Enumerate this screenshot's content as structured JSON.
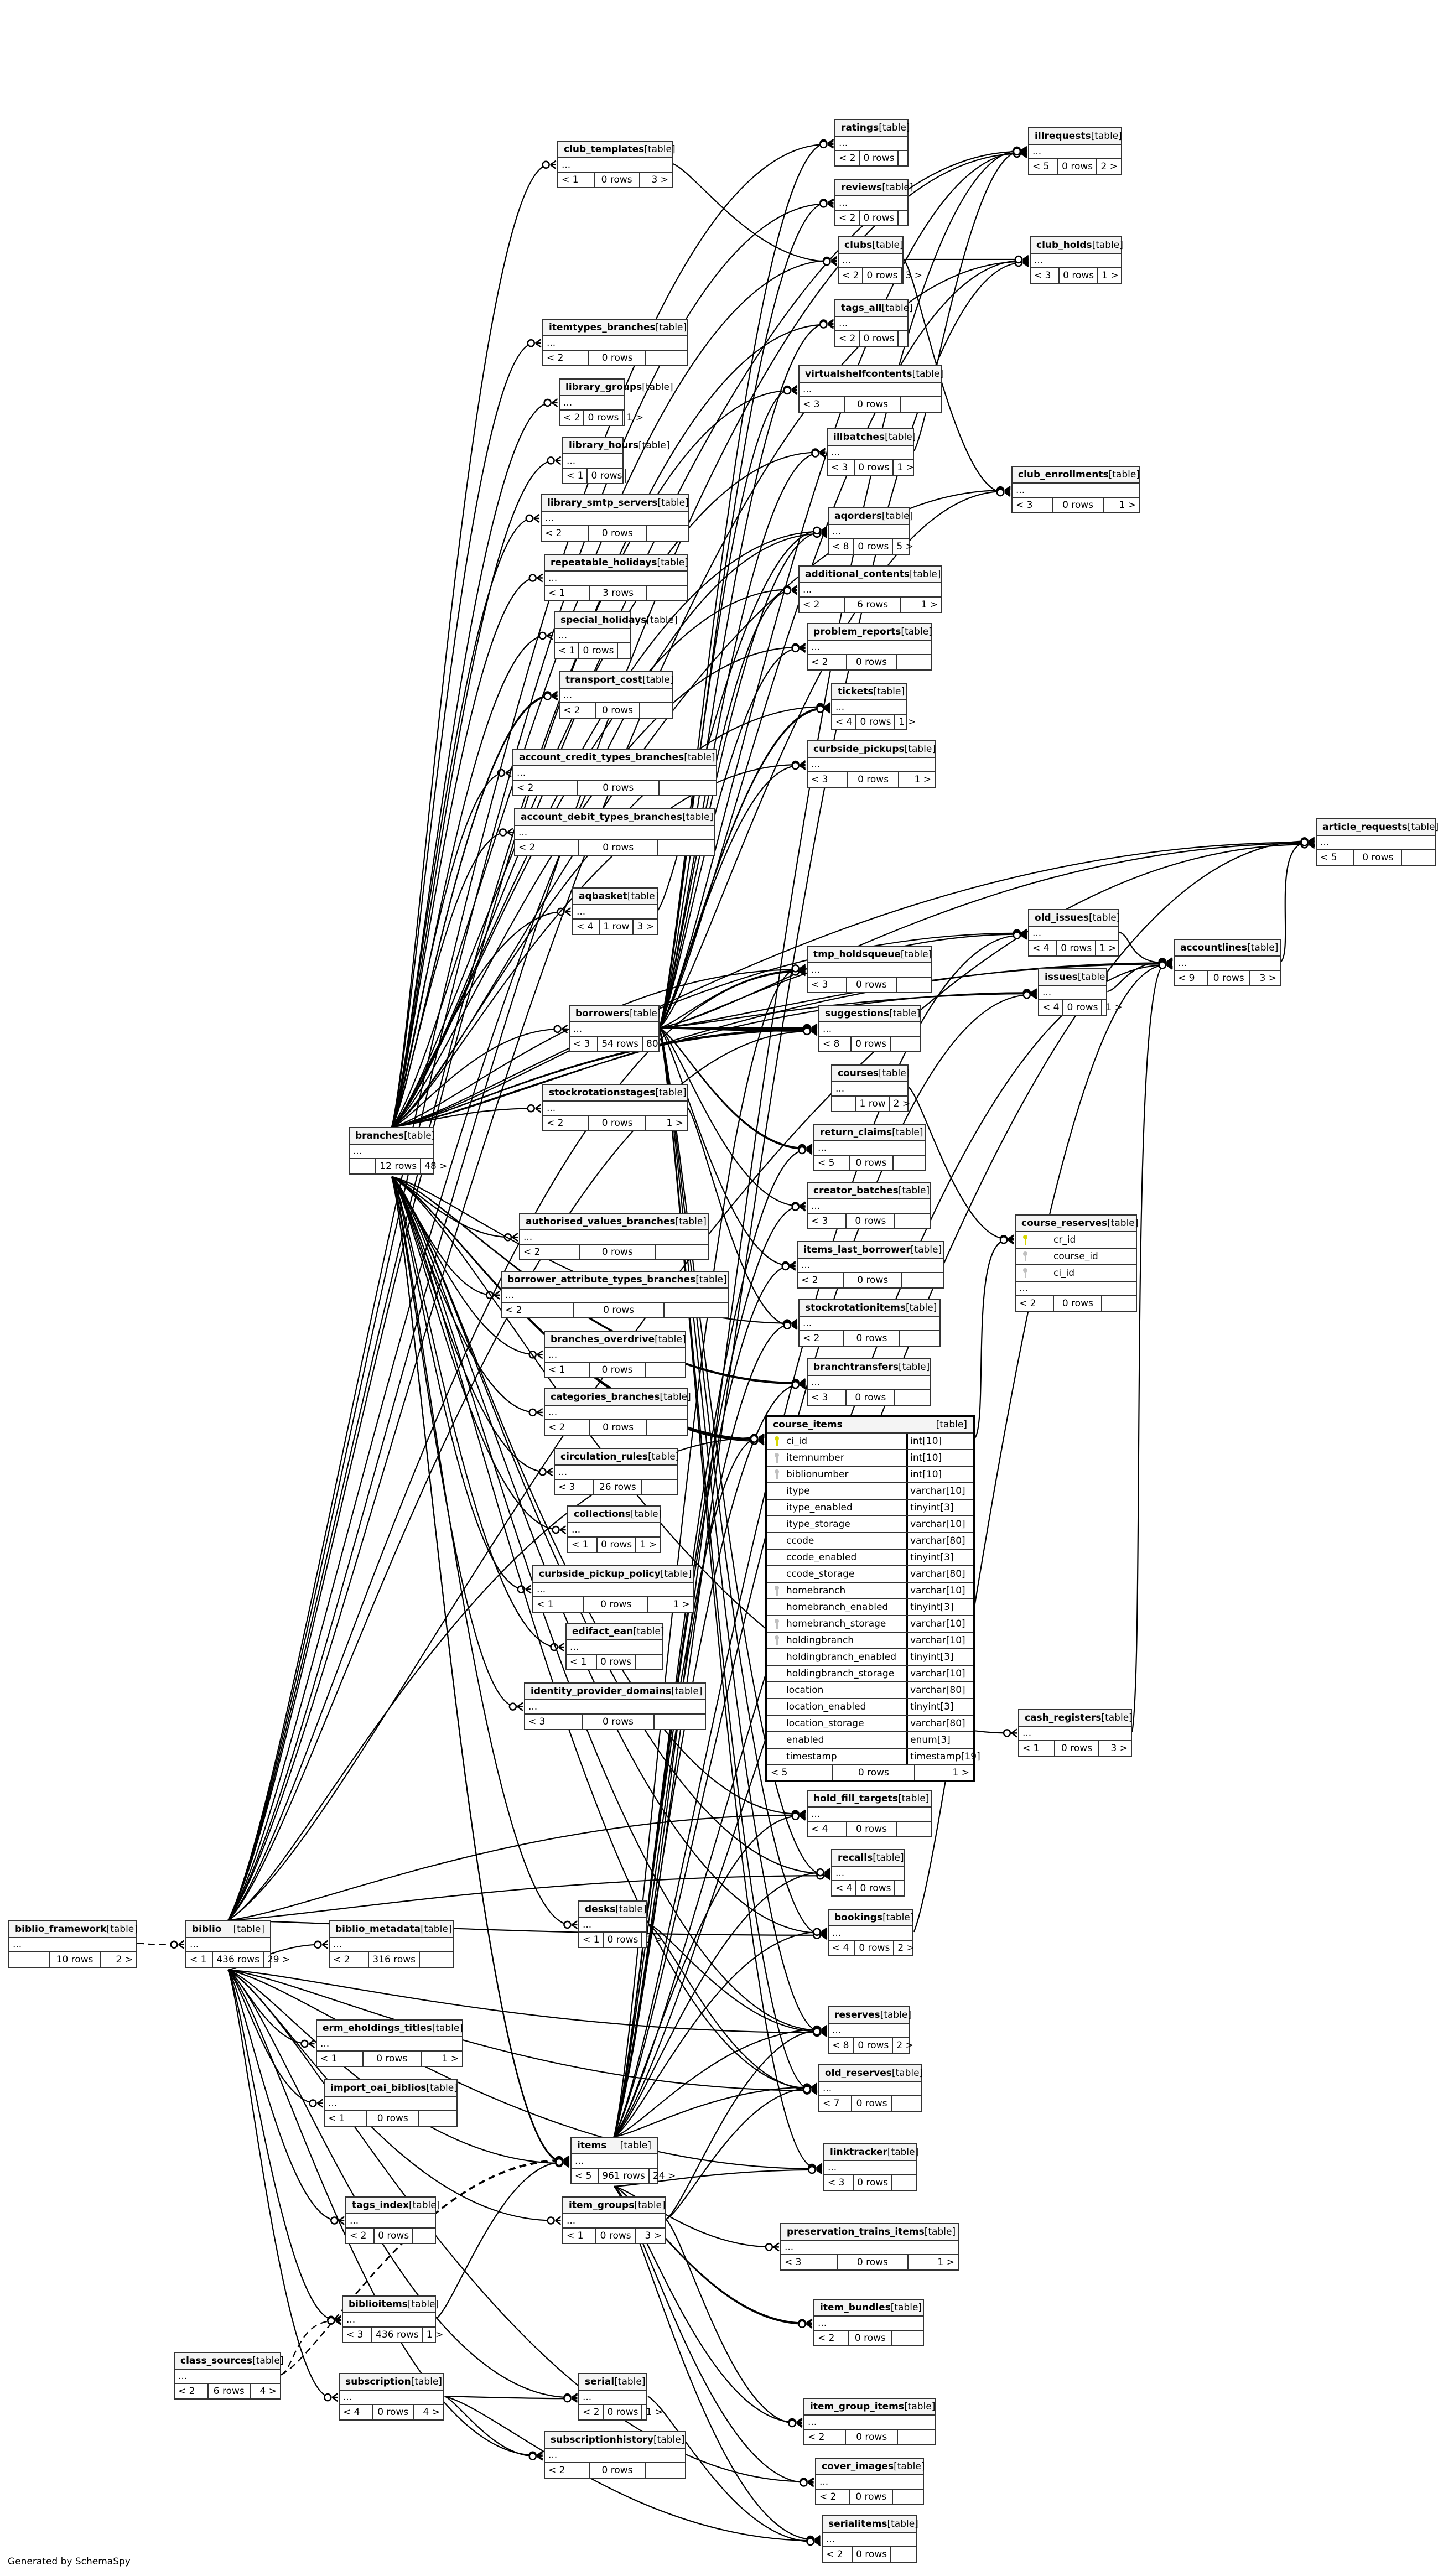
{
  "table_tag": "[table]",
  "ellipsis": "...",
  "generated_by": "Generated by SchemaSpy",
  "colors": {
    "pk_key": "#d8d800",
    "fk_key": "#c0c0c0",
    "header_bg": "#f4f4f4"
  },
  "tables": [
    {
      "name": "club_templates",
      "left": "< 1",
      "rows": "0 rows",
      "right": "3 >"
    },
    {
      "name": "ratings",
      "left": "< 2",
      "rows": "0 rows",
      "right": ""
    },
    {
      "name": "reviews",
      "left": "< 2",
      "rows": "0 rows",
      "right": ""
    },
    {
      "name": "clubs",
      "left": "< 2",
      "rows": "0 rows",
      "right": "3 >"
    },
    {
      "name": "tags_all",
      "left": "< 2",
      "rows": "0 rows",
      "right": ""
    },
    {
      "name": "virtualshelfcontents",
      "left": "< 3",
      "rows": "0 rows",
      "right": ""
    },
    {
      "name": "illbatches",
      "left": "< 3",
      "rows": "0 rows",
      "right": "1 >"
    },
    {
      "name": "aqorders",
      "left": "< 8",
      "rows": "0 rows",
      "right": "5 >"
    },
    {
      "name": "additional_contents",
      "left": "< 2",
      "rows": "6 rows",
      "right": "1 >"
    },
    {
      "name": "problem_reports",
      "left": "< 2",
      "rows": "0 rows",
      "right": ""
    },
    {
      "name": "tickets",
      "left": "< 4",
      "rows": "0 rows",
      "right": "1 >"
    },
    {
      "name": "curbside_pickups",
      "left": "< 3",
      "rows": "0 rows",
      "right": "1 >"
    },
    {
      "name": "illrequests",
      "left": "< 5",
      "rows": "0 rows",
      "right": "2 >"
    },
    {
      "name": "club_holds",
      "left": "< 3",
      "rows": "0 rows",
      "right": "1 >"
    },
    {
      "name": "club_enrollments",
      "left": "< 3",
      "rows": "0 rows",
      "right": "1 >"
    },
    {
      "name": "itemtypes_branches",
      "left": "< 2",
      "rows": "0 rows",
      "right": ""
    },
    {
      "name": "library_groups",
      "left": "< 2",
      "rows": "0 rows",
      "right": "1 >"
    },
    {
      "name": "library_hours",
      "left": "< 1",
      "rows": "0 rows",
      "right": ""
    },
    {
      "name": "library_smtp_servers",
      "left": "< 2",
      "rows": "0 rows",
      "right": ""
    },
    {
      "name": "repeatable_holidays",
      "left": "< 1",
      "rows": "3 rows",
      "right": ""
    },
    {
      "name": "special_holidays",
      "left": "< 1",
      "rows": "0 rows",
      "right": ""
    },
    {
      "name": "transport_cost",
      "left": "< 2",
      "rows": "0 rows",
      "right": ""
    },
    {
      "name": "account_credit_types_branches",
      "left": "< 2",
      "rows": "0 rows",
      "right": ""
    },
    {
      "name": "account_debit_types_branches",
      "left": "< 2",
      "rows": "0 rows",
      "right": ""
    },
    {
      "name": "aqbasket",
      "left": "< 4",
      "rows": "1 row",
      "right": "3 >"
    },
    {
      "name": "borrowers",
      "left": "< 3",
      "rows": "54 rows",
      "right": "80 >"
    },
    {
      "name": "stockrotationstages",
      "left": "< 2",
      "rows": "0 rows",
      "right": "1 >"
    },
    {
      "name": "branches",
      "left": "",
      "rows": "12 rows",
      "right": "48 >"
    },
    {
      "name": "authorised_values_branches",
      "left": "< 2",
      "rows": "0 rows",
      "right": ""
    },
    {
      "name": "borrower_attribute_types_branches",
      "left": "< 2",
      "rows": "0 rows",
      "right": ""
    },
    {
      "name": "branches_overdrive",
      "left": "< 1",
      "rows": "0 rows",
      "right": ""
    },
    {
      "name": "categories_branches",
      "left": "< 2",
      "rows": "0 rows",
      "right": ""
    },
    {
      "name": "circulation_rules",
      "left": "< 3",
      "rows": "26 rows",
      "right": ""
    },
    {
      "name": "collections",
      "left": "< 1",
      "rows": "0 rows",
      "right": "1 >"
    },
    {
      "name": "curbside_pickup_policy",
      "left": "< 1",
      "rows": "0 rows",
      "right": "1 >"
    },
    {
      "name": "edifact_ean",
      "left": "< 1",
      "rows": "0 rows",
      "right": ""
    },
    {
      "name": "identity_provider_domains",
      "left": "< 3",
      "rows": "0 rows",
      "right": ""
    },
    {
      "name": "tmp_holdsqueue",
      "left": "< 3",
      "rows": "0 rows",
      "right": ""
    },
    {
      "name": "suggestions",
      "left": "< 8",
      "rows": "0 rows",
      "right": ""
    },
    {
      "name": "courses",
      "left": "",
      "rows": "1 row",
      "right": "2 >"
    },
    {
      "name": "return_claims",
      "left": "< 5",
      "rows": "0 rows",
      "right": ""
    },
    {
      "name": "creator_batches",
      "left": "< 3",
      "rows": "0 rows",
      "right": ""
    },
    {
      "name": "items_last_borrower",
      "left": "< 2",
      "rows": "0 rows",
      "right": ""
    },
    {
      "name": "stockrotationitems",
      "left": "< 2",
      "rows": "0 rows",
      "right": ""
    },
    {
      "name": "branchtransfers",
      "left": "< 3",
      "rows": "0 rows",
      "right": ""
    },
    {
      "name": "old_issues",
      "left": "< 4",
      "rows": "0 rows",
      "right": "1 >"
    },
    {
      "name": "issues",
      "left": "< 4",
      "rows": "0 rows",
      "right": "1 >"
    },
    {
      "name": "accountlines",
      "left": "< 9",
      "rows": "0 rows",
      "right": "3 >"
    },
    {
      "name": "article_requests",
      "left": "< 5",
      "rows": "0 rows",
      "right": ""
    },
    {
      "name": "course_reserves",
      "left": "< 2",
      "rows": "0 rows",
      "right": "",
      "columns": [
        {
          "name": "cr_id",
          "key": "pk"
        },
        {
          "name": "course_id",
          "key": "fk"
        },
        {
          "name": "ci_id",
          "key": "fk"
        }
      ]
    },
    {
      "name": "course_items",
      "left": "< 5",
      "rows": "0 rows",
      "right": "1 >",
      "columns": [
        {
          "name": "ci_id",
          "type": "int[10]",
          "key": "pk"
        },
        {
          "name": "itemnumber",
          "type": "int[10]",
          "key": "fk"
        },
        {
          "name": "biblionumber",
          "type": "int[10]",
          "key": "fk"
        },
        {
          "name": "itype",
          "type": "varchar[10]",
          "key": ""
        },
        {
          "name": "itype_enabled",
          "type": "tinyint[3]",
          "key": ""
        },
        {
          "name": "itype_storage",
          "type": "varchar[10]",
          "key": ""
        },
        {
          "name": "ccode",
          "type": "varchar[80]",
          "key": ""
        },
        {
          "name": "ccode_enabled",
          "type": "tinyint[3]",
          "key": ""
        },
        {
          "name": "ccode_storage",
          "type": "varchar[80]",
          "key": ""
        },
        {
          "name": "homebranch",
          "type": "varchar[10]",
          "key": "fk"
        },
        {
          "name": "homebranch_enabled",
          "type": "tinyint[3]",
          "key": ""
        },
        {
          "name": "homebranch_storage",
          "type": "varchar[10]",
          "key": "fk"
        },
        {
          "name": "holdingbranch",
          "type": "varchar[10]",
          "key": "fk"
        },
        {
          "name": "holdingbranch_enabled",
          "type": "tinyint[3]",
          "key": ""
        },
        {
          "name": "holdingbranch_storage",
          "type": "varchar[10]",
          "key": ""
        },
        {
          "name": "location",
          "type": "varchar[80]",
          "key": ""
        },
        {
          "name": "location_enabled",
          "type": "tinyint[3]",
          "key": ""
        },
        {
          "name": "location_storage",
          "type": "varchar[80]",
          "key": ""
        },
        {
          "name": "enabled",
          "type": "enum[3]",
          "key": ""
        },
        {
          "name": "timestamp",
          "type": "timestamp[19]",
          "key": ""
        }
      ]
    },
    {
      "name": "cash_registers",
      "left": "< 1",
      "rows": "0 rows",
      "right": "3 >"
    },
    {
      "name": "hold_fill_targets",
      "left": "< 4",
      "rows": "0 rows",
      "right": ""
    },
    {
      "name": "recalls",
      "left": "< 4",
      "rows": "0 rows",
      "right": ""
    },
    {
      "name": "bookings",
      "left": "< 4",
      "rows": "0 rows",
      "right": "2 >"
    },
    {
      "name": "desks",
      "left": "< 1",
      "rows": "0 rows",
      "right": "1 >"
    },
    {
      "name": "biblio_framework",
      "left": "",
      "rows": "10 rows",
      "right": "2 >"
    },
    {
      "name": "biblio",
      "left": "< 1",
      "rows": "436 rows",
      "right": "29 >"
    },
    {
      "name": "biblio_metadata",
      "left": "< 2",
      "rows": "316 rows",
      "right": ""
    },
    {
      "name": "erm_eholdings_titles",
      "left": "< 1",
      "rows": "0 rows",
      "right": "1 >"
    },
    {
      "name": "import_oai_biblios",
      "left": "< 1",
      "rows": "0 rows",
      "right": ""
    },
    {
      "name": "reserves",
      "left": "< 8",
      "rows": "0 rows",
      "right": "2 >"
    },
    {
      "name": "old_reserves",
      "left": "< 7",
      "rows": "0 rows",
      "right": ""
    },
    {
      "name": "items",
      "left": "< 5",
      "rows": "961 rows",
      "right": "24 >"
    },
    {
      "name": "linktracker",
      "left": "< 3",
      "rows": "0 rows",
      "right": ""
    },
    {
      "name": "tags_index",
      "left": "< 2",
      "rows": "0 rows",
      "right": ""
    },
    {
      "name": "item_groups",
      "left": "< 1",
      "rows": "0 rows",
      "right": "3 >"
    },
    {
      "name": "preservation_trains_items",
      "left": "< 3",
      "rows": "0 rows",
      "right": "1 >"
    },
    {
      "name": "biblioitems",
      "left": "< 3",
      "rows": "436 rows",
      "right": "1 >"
    },
    {
      "name": "item_bundles",
      "left": "< 2",
      "rows": "0 rows",
      "right": ""
    },
    {
      "name": "class_sources",
      "left": "< 2",
      "rows": "6 rows",
      "right": "4 >"
    },
    {
      "name": "subscription",
      "left": "< 4",
      "rows": "0 rows",
      "right": "4 >"
    },
    {
      "name": "serial",
      "left": "< 2",
      "rows": "0 rows",
      "right": "1 >"
    },
    {
      "name": "item_group_items",
      "left": "< 2",
      "rows": "0 rows",
      "right": ""
    },
    {
      "name": "subscriptionhistory",
      "left": "< 2",
      "rows": "0 rows",
      "right": ""
    },
    {
      "name": "cover_images",
      "left": "< 2",
      "rows": "0 rows",
      "right": ""
    },
    {
      "name": "serialitems",
      "left": "< 2",
      "rows": "0 rows",
      "right": ""
    }
  ]
}
